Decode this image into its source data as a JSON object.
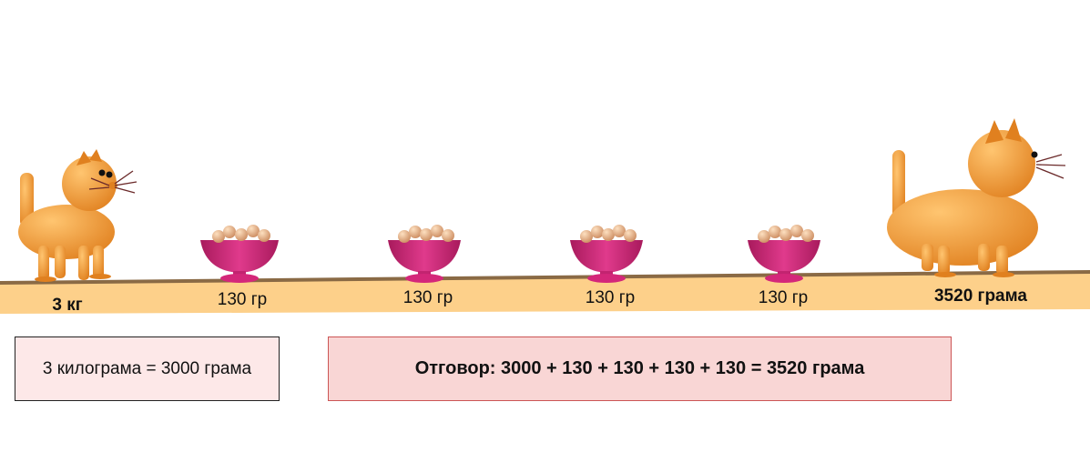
{
  "colors": {
    "cat_body": "#f29a36",
    "bowl": "#d4277a",
    "shelf": "#fdd08a",
    "conversion_box_bg": "#fde8e8",
    "answer_box_bg": "#f9d6d5"
  },
  "labels": {
    "small_cat_weight": "3 кг",
    "bowl_1": "130 гр",
    "bowl_2": "130 гр",
    "bowl_3": "130 гр",
    "bowl_4": "130 гр",
    "big_cat_weight": "3520 грама"
  },
  "conversion": {
    "text": "3 килограма = 3000 грама"
  },
  "answer": {
    "text": "Отговор: 3000 + 130 + 130 + 130 + 130 = 3520 грама"
  }
}
